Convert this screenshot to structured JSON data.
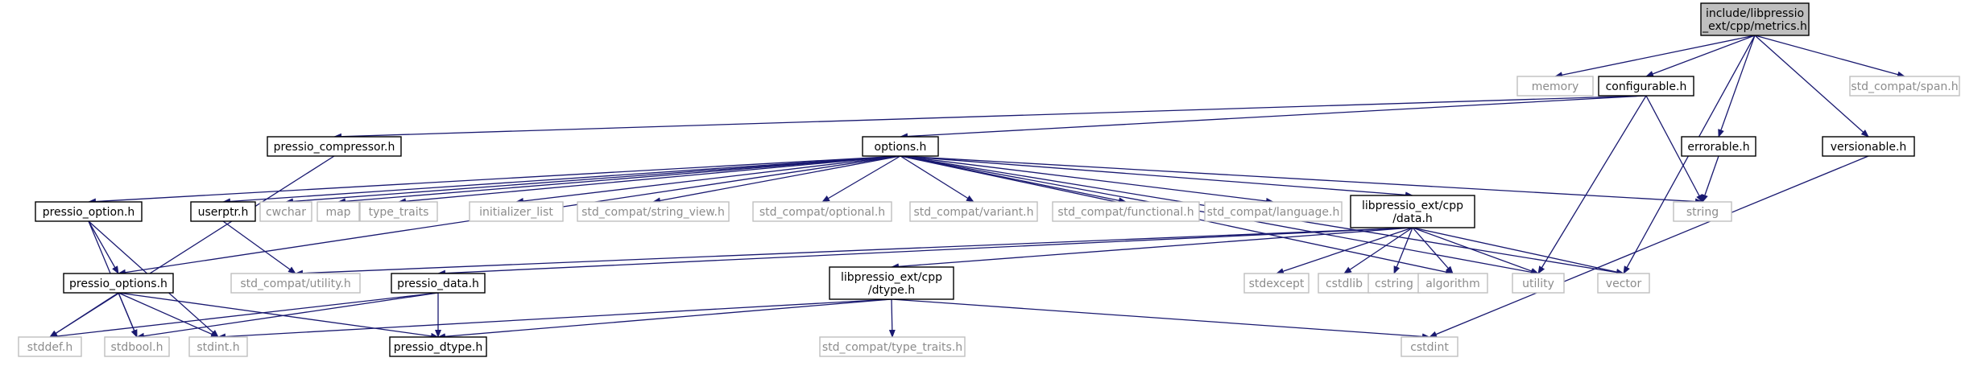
{
  "title_node": "include/libpressio_ext/cpp/metrics.h",
  "colors": {
    "edge": "#191970",
    "node_border": "#000000",
    "external_border": "#bfbfbf",
    "external_text": "#8c8c8c",
    "root_fill": "#bfbfbf"
  },
  "nodes": [
    {
      "id": "metrics",
      "lines": [
        "include/libpressio",
        "_ext/cpp/metrics.h"
      ],
      "kind": "root"
    },
    {
      "id": "memory",
      "lines": [
        "memory"
      ],
      "kind": "external"
    },
    {
      "id": "configurable",
      "lines": [
        "configurable.h"
      ],
      "kind": "internal"
    },
    {
      "id": "span",
      "lines": [
        "std_compat/span.h"
      ],
      "kind": "external"
    },
    {
      "id": "compressor",
      "lines": [
        "pressio_compressor.h"
      ],
      "kind": "internal"
    },
    {
      "id": "options",
      "lines": [
        "options.h"
      ],
      "kind": "internal"
    },
    {
      "id": "errorable",
      "lines": [
        "errorable.h"
      ],
      "kind": "internal"
    },
    {
      "id": "versionable",
      "lines": [
        "versionable.h"
      ],
      "kind": "internal"
    },
    {
      "id": "poption",
      "lines": [
        "pressio_option.h"
      ],
      "kind": "internal"
    },
    {
      "id": "userptr",
      "lines": [
        "userptr.h"
      ],
      "kind": "internal"
    },
    {
      "id": "cwchar",
      "lines": [
        "cwchar"
      ],
      "kind": "external"
    },
    {
      "id": "map",
      "lines": [
        "map"
      ],
      "kind": "external"
    },
    {
      "id": "type_traits",
      "lines": [
        "type_traits"
      ],
      "kind": "external"
    },
    {
      "id": "init_list",
      "lines": [
        "initializer_list"
      ],
      "kind": "external"
    },
    {
      "id": "sv",
      "lines": [
        "std_compat/string_view.h"
      ],
      "kind": "external"
    },
    {
      "id": "optional",
      "lines": [
        "std_compat/optional.h"
      ],
      "kind": "external"
    },
    {
      "id": "variant",
      "lines": [
        "std_compat/variant.h"
      ],
      "kind": "external"
    },
    {
      "id": "functional",
      "lines": [
        "std_compat/functional.h"
      ],
      "kind": "external"
    },
    {
      "id": "language",
      "lines": [
        "std_compat/language.h"
      ],
      "kind": "external"
    },
    {
      "id": "data",
      "lines": [
        "libpressio_ext/cpp",
        "/data.h"
      ],
      "kind": "internal"
    },
    {
      "id": "string",
      "lines": [
        "string"
      ],
      "kind": "external"
    },
    {
      "id": "poptions",
      "lines": [
        "pressio_options.h"
      ],
      "kind": "internal"
    },
    {
      "id": "utilh",
      "lines": [
        "std_compat/utility.h"
      ],
      "kind": "external"
    },
    {
      "id": "pdata",
      "lines": [
        "pressio_data.h"
      ],
      "kind": "internal"
    },
    {
      "id": "dtype",
      "lines": [
        "libpressio_ext/cpp",
        "/dtype.h"
      ],
      "kind": "internal"
    },
    {
      "id": "stdexcept",
      "lines": [
        "stdexcept"
      ],
      "kind": "external"
    },
    {
      "id": "cstdlib",
      "lines": [
        "cstdlib"
      ],
      "kind": "external"
    },
    {
      "id": "cstring",
      "lines": [
        "cstring"
      ],
      "kind": "external"
    },
    {
      "id": "algorithm",
      "lines": [
        "algorithm"
      ],
      "kind": "external"
    },
    {
      "id": "utility",
      "lines": [
        "utility"
      ],
      "kind": "external"
    },
    {
      "id": "vector",
      "lines": [
        "vector"
      ],
      "kind": "external"
    },
    {
      "id": "stddef",
      "lines": [
        "stddef.h"
      ],
      "kind": "external"
    },
    {
      "id": "stdbool",
      "lines": [
        "stdbool.h"
      ],
      "kind": "external"
    },
    {
      "id": "stdint",
      "lines": [
        "stdint.h"
      ],
      "kind": "external"
    },
    {
      "id": "pdtype",
      "lines": [
        "pressio_dtype.h"
      ],
      "kind": "internal"
    },
    {
      "id": "tt",
      "lines": [
        "std_compat/type_traits.h"
      ],
      "kind": "external"
    },
    {
      "id": "cstdint",
      "lines": [
        "cstdint"
      ],
      "kind": "external"
    }
  ],
  "edges": [
    [
      "metrics",
      "memory"
    ],
    [
      "metrics",
      "configurable"
    ],
    [
      "metrics",
      "errorable"
    ],
    [
      "metrics",
      "vector"
    ],
    [
      "metrics",
      "versionable"
    ],
    [
      "metrics",
      "span"
    ],
    [
      "configurable",
      "compressor"
    ],
    [
      "configurable",
      "options"
    ],
    [
      "configurable",
      "string"
    ],
    [
      "configurable",
      "utility"
    ],
    [
      "compressor",
      "stddef"
    ],
    [
      "options",
      "poption"
    ],
    [
      "options",
      "poptions"
    ],
    [
      "options",
      "userptr"
    ],
    [
      "options",
      "cwchar"
    ],
    [
      "options",
      "map"
    ],
    [
      "options",
      "type_traits"
    ],
    [
      "options",
      "init_list"
    ],
    [
      "options",
      "sv"
    ],
    [
      "options",
      "optional"
    ],
    [
      "options",
      "variant"
    ],
    [
      "options",
      "functional"
    ],
    [
      "options",
      "language"
    ],
    [
      "options",
      "data"
    ],
    [
      "options",
      "string"
    ],
    [
      "options",
      "algorithm"
    ],
    [
      "options",
      "utility"
    ],
    [
      "options",
      "vector"
    ],
    [
      "errorable",
      "string"
    ],
    [
      "versionable",
      "cstdint"
    ],
    [
      "poption",
      "poptions"
    ],
    [
      "poption",
      "stdbool"
    ],
    [
      "poption",
      "stdint"
    ],
    [
      "userptr",
      "utilh"
    ],
    [
      "poptions",
      "stddef"
    ],
    [
      "poptions",
      "stdbool"
    ],
    [
      "poptions",
      "stdint"
    ],
    [
      "poptions",
      "pdtype"
    ],
    [
      "data",
      "utilh"
    ],
    [
      "data",
      "pdata"
    ],
    [
      "data",
      "dtype"
    ],
    [
      "data",
      "stdexcept"
    ],
    [
      "data",
      "cstdlib"
    ],
    [
      "data",
      "cstring"
    ],
    [
      "data",
      "algorithm"
    ],
    [
      "data",
      "utility"
    ],
    [
      "data",
      "vector"
    ],
    [
      "pdata",
      "stddef"
    ],
    [
      "pdata",
      "stdbool"
    ],
    [
      "pdata",
      "pdtype"
    ],
    [
      "dtype",
      "stdint"
    ],
    [
      "dtype",
      "pdtype"
    ],
    [
      "dtype",
      "tt"
    ],
    [
      "dtype",
      "cstdint"
    ]
  ]
}
